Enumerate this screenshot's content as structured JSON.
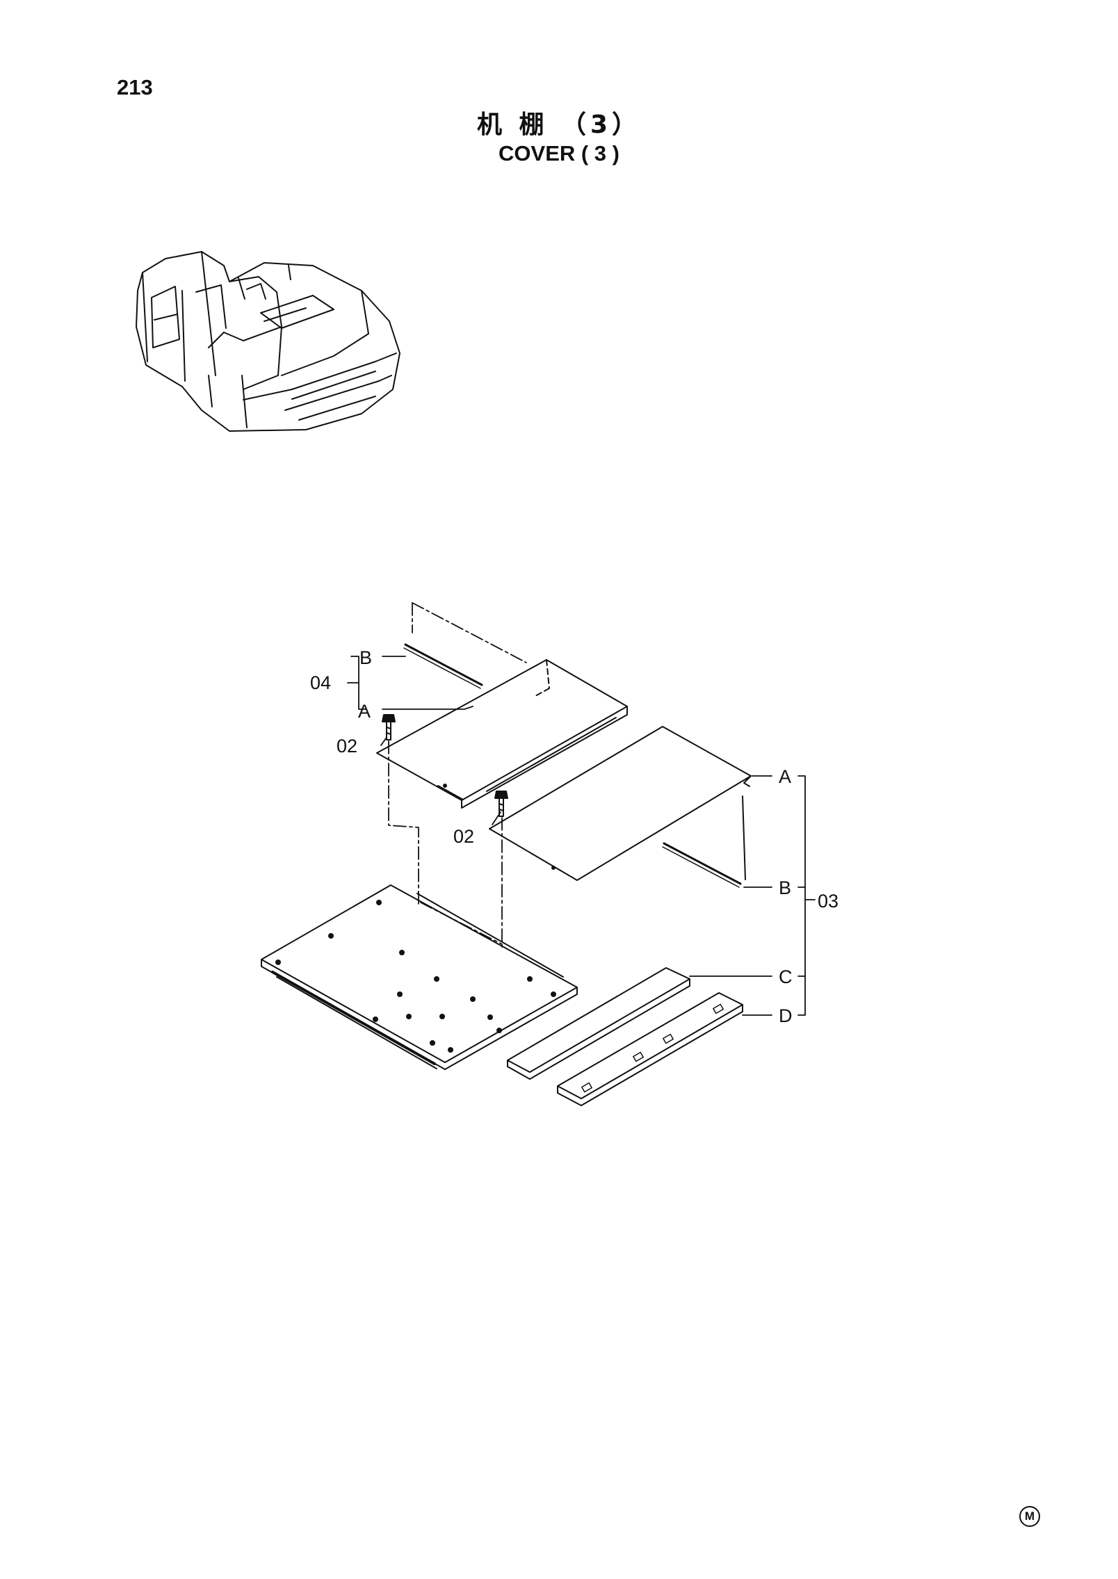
{
  "page": {
    "number": "213"
  },
  "title": {
    "chinese": "机 棚 （3）",
    "english": "COVER ( 3 )"
  },
  "callouts": {
    "part_04": "04",
    "part_04_b": "B",
    "part_04_a": "A",
    "part_02_left": "02",
    "part_02_right": "02",
    "part_03_a": "A",
    "part_03_b": "B",
    "part_03": "03",
    "part_03_c": "C",
    "part_03_d": "D"
  },
  "footer": {
    "mark": "M"
  }
}
